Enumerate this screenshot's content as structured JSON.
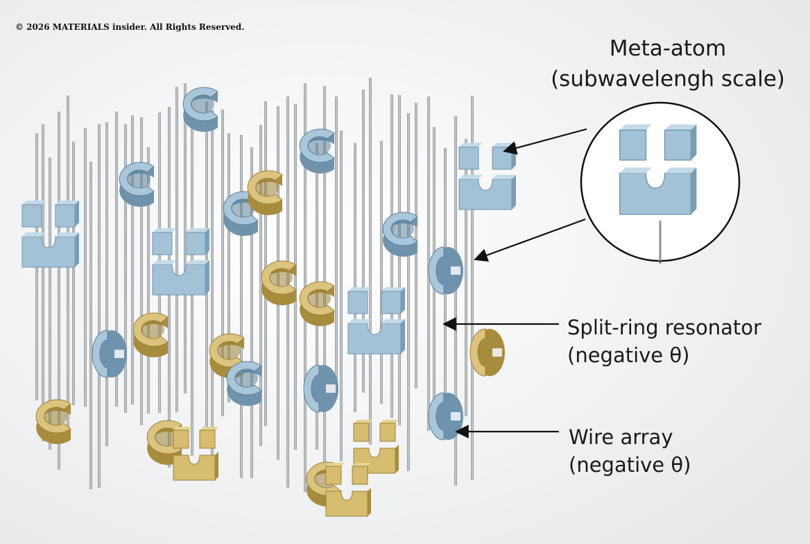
{
  "copyright": "© 2026 MATERIALS insider. All Rights Reserved.",
  "callouts": {
    "meta_atom": {
      "title": "Meta-atom",
      "detail": "(subwavelengh scale)"
    },
    "split_ring": {
      "title": "Split-ring resonator",
      "detail": "(negative θ)"
    },
    "wire_array": {
      "title": "Wire array",
      "detail": "(negative θ)"
    }
  },
  "colors": {
    "background": "#f1f2f3",
    "blue_resonator": "#9dbdd3",
    "gold_resonator": "#cfb46a",
    "wire": "#a3a6a9"
  }
}
